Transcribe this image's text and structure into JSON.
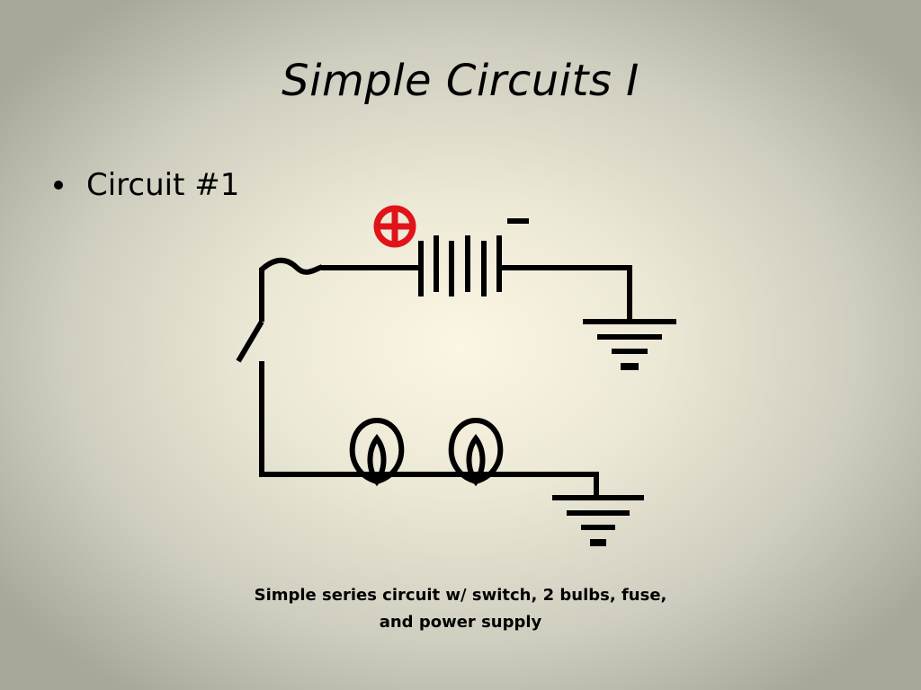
{
  "slide": {
    "title": "Simple Circuits I",
    "bullets": [
      {
        "text": "Circuit #1"
      }
    ],
    "caption": {
      "line1": "Simple series circuit w/ switch, 2 bulbs, fuse,",
      "line2": "and power supply"
    }
  },
  "diagram": {
    "battery_plus_symbol": "⊕",
    "battery_minus_symbol": "-",
    "colors": {
      "wire": "#000000",
      "positive_terminal": "#e0131b"
    }
  }
}
